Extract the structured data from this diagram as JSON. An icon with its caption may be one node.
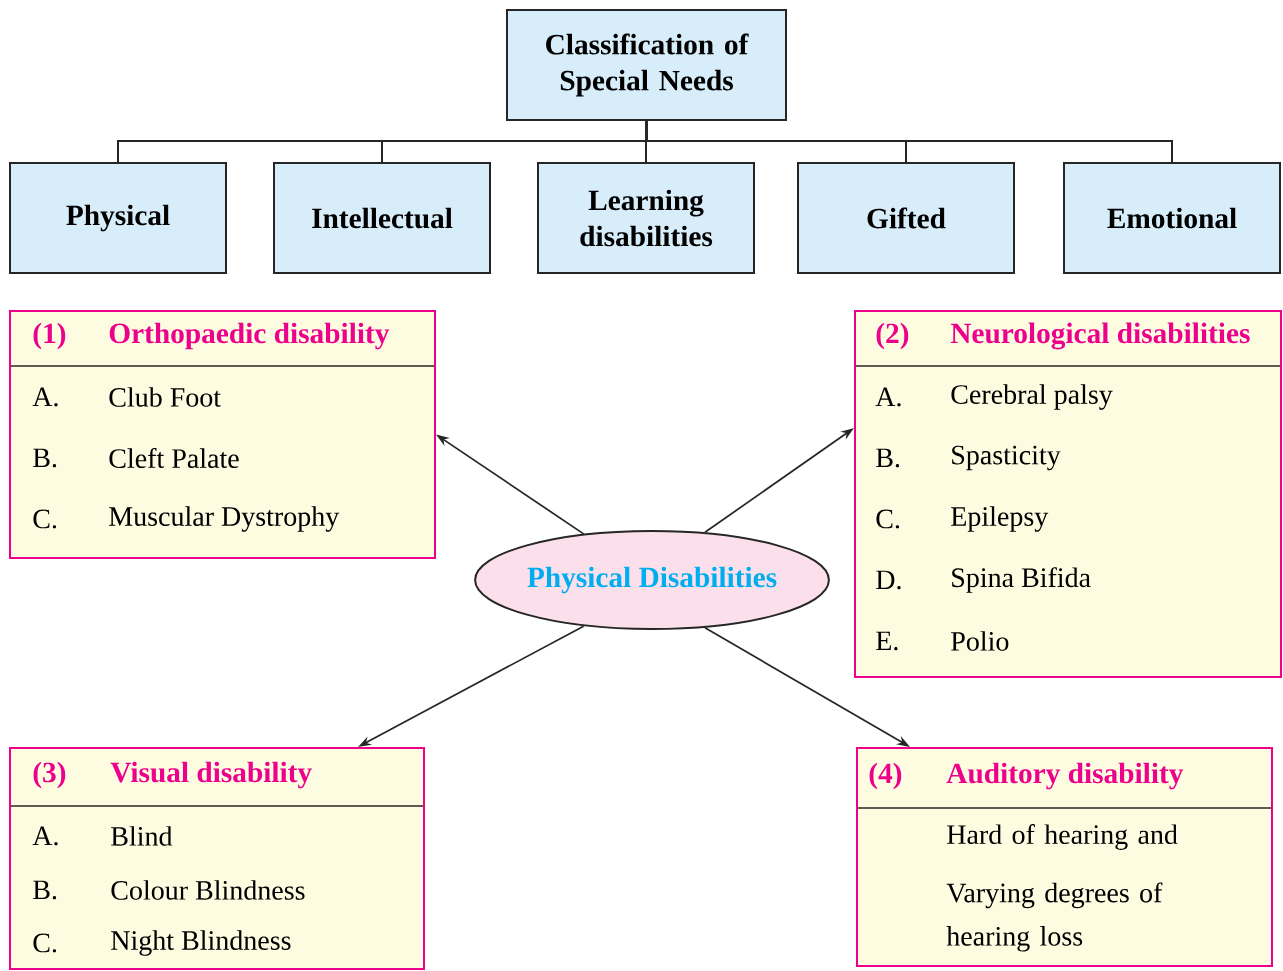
{
  "diagram": {
    "nodes": [
      {
        "text": [
          "Classification of Special Needs"
        ]
      },
      {
        "text": [
          "Physical"
        ]
      },
      {
        "text": [
          "Intellectual"
        ]
      },
      {
        "text": [
          "Learning disabilities"
        ]
      },
      {
        "text": [
          "Gifted"
        ]
      },
      {
        "text": [
          "Emotional"
        ]
      },
      {
        "text": [
          "Physical Disabilities"
        ]
      },
      {
        "text": [
          "(1)",
          "Orthopaedic disability",
          "A.",
          "Club Foot",
          "B.",
          "Cleft Palate",
          "C.",
          "Muscular Dystrophy"
        ]
      },
      {
        "text": [
          "(2)",
          "Neurological disabilities",
          "A.",
          "Cerebral palsy",
          "B.",
          "Spasticity",
          "C.",
          "Epilepsy",
          "D.",
          "Spina Bifida",
          "E.",
          "Polio"
        ]
      },
      {
        "text": [
          "(3)",
          "Visual disability",
          "A.",
          "Blind",
          "B.",
          "Colour Blindness",
          "C.",
          "Night Blindness"
        ]
      },
      {
        "text": [
          "(4)",
          "Auditory disability",
          "Hard of hearing and",
          "Varying degrees of hearing loss"
        ]
      }
    ],
    "edges": [
      {
        "from": 0,
        "to": 1,
        "arrow": "none"
      },
      {
        "from": 0,
        "to": 2,
        "arrow": "none"
      },
      {
        "from": 0,
        "to": 3,
        "arrow": "none"
      },
      {
        "from": 0,
        "to": 4,
        "arrow": "none"
      },
      {
        "from": 0,
        "to": 5,
        "arrow": "none"
      },
      {
        "from": 6,
        "to": 7,
        "arrow": "to"
      },
      {
        "from": 6,
        "to": 8,
        "arrow": "to"
      },
      {
        "from": 6,
        "to": 9,
        "arrow": "to"
      },
      {
        "from": 6,
        "to": 10,
        "arrow": "to"
      }
    ]
  }
}
